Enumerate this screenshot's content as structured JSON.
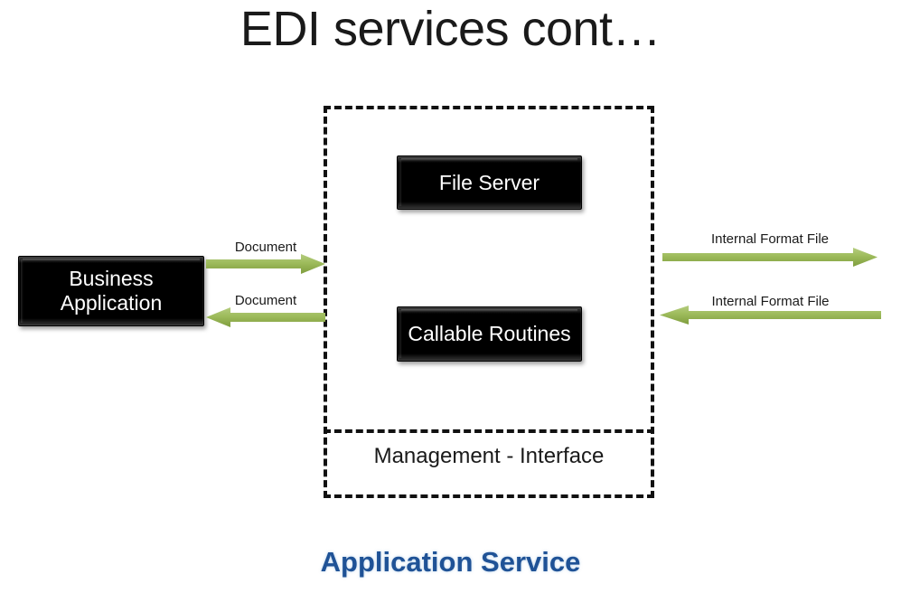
{
  "slide": {
    "title": "EDI services cont…",
    "caption": "Application Service",
    "background_color": "#ffffff",
    "title_color": "#1a1a1a",
    "caption_color": "#1f5296",
    "accent_color": "#9BBB59",
    "box_color": "#000000"
  },
  "boxes": {
    "business_application": {
      "label": "Business\nApplication",
      "line1": "Business",
      "line2": "Application"
    },
    "file_server": {
      "label": "File Server"
    },
    "callable_routines": {
      "label": "Callable Routines"
    },
    "management_interface": {
      "label": "Management - Interface"
    }
  },
  "container": {
    "name": "application-service-boundary",
    "border_style": "dashed",
    "border_color": "#111111"
  },
  "arrows": [
    {
      "id": "document-out",
      "label": "Document",
      "direction": "right",
      "color": "#9BBB59",
      "from": "business-application",
      "to": "application-service"
    },
    {
      "id": "document-in",
      "label": "Document",
      "direction": "left",
      "color": "#9BBB59",
      "from": "application-service",
      "to": "business-application"
    },
    {
      "id": "internal-format-file-out",
      "label": "Internal Format File",
      "direction": "right",
      "color": "#9BBB59",
      "from": "application-service",
      "to": "external"
    },
    {
      "id": "internal-format-file-in",
      "label": "Internal Format File",
      "direction": "left",
      "color": "#9BBB59",
      "from": "external",
      "to": "application-service"
    }
  ]
}
